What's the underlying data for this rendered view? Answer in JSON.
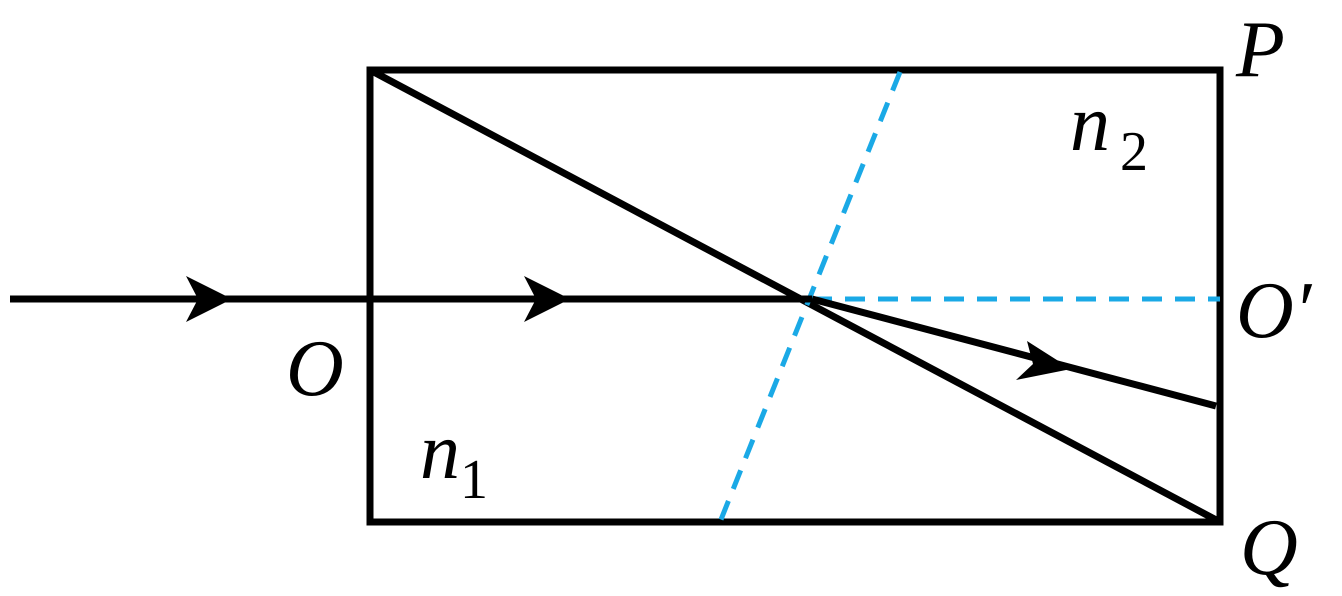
{
  "labels": {
    "P": "P",
    "Q": "Q",
    "O": "O",
    "O_prime": "O′",
    "n2_base": "n",
    "n2_sub": "2",
    "n1_base": "n",
    "n1_sub": "1"
  },
  "colors": {
    "line": "#000000",
    "normal": "#1aa9e6",
    "background": "#ffffff"
  }
}
